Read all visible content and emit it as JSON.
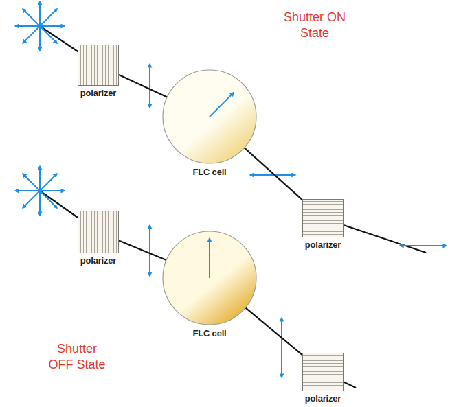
{
  "diagram": {
    "nodes": [
      {
        "text": [
          "polarizer"
        ]
      },
      {
        "text": [
          "FLC cell"
        ]
      },
      {
        "text": [
          "polarizer"
        ]
      },
      {
        "text": [
          "polarizer"
        ]
      },
      {
        "text": [
          "FLC cell"
        ]
      },
      {
        "text": [
          "polarizer"
        ]
      }
    ],
    "edges": [
      {
        "from": 0,
        "to": 1,
        "arrow": "none"
      },
      {
        "from": 1,
        "to": 2,
        "arrow": "none"
      },
      {
        "from": 3,
        "to": 4,
        "arrow": "none"
      },
      {
        "from": 4,
        "to": 5,
        "arrow": "none"
      }
    ],
    "labels": [
      "Shutter ON State",
      "Shutter OFF State"
    ]
  }
}
